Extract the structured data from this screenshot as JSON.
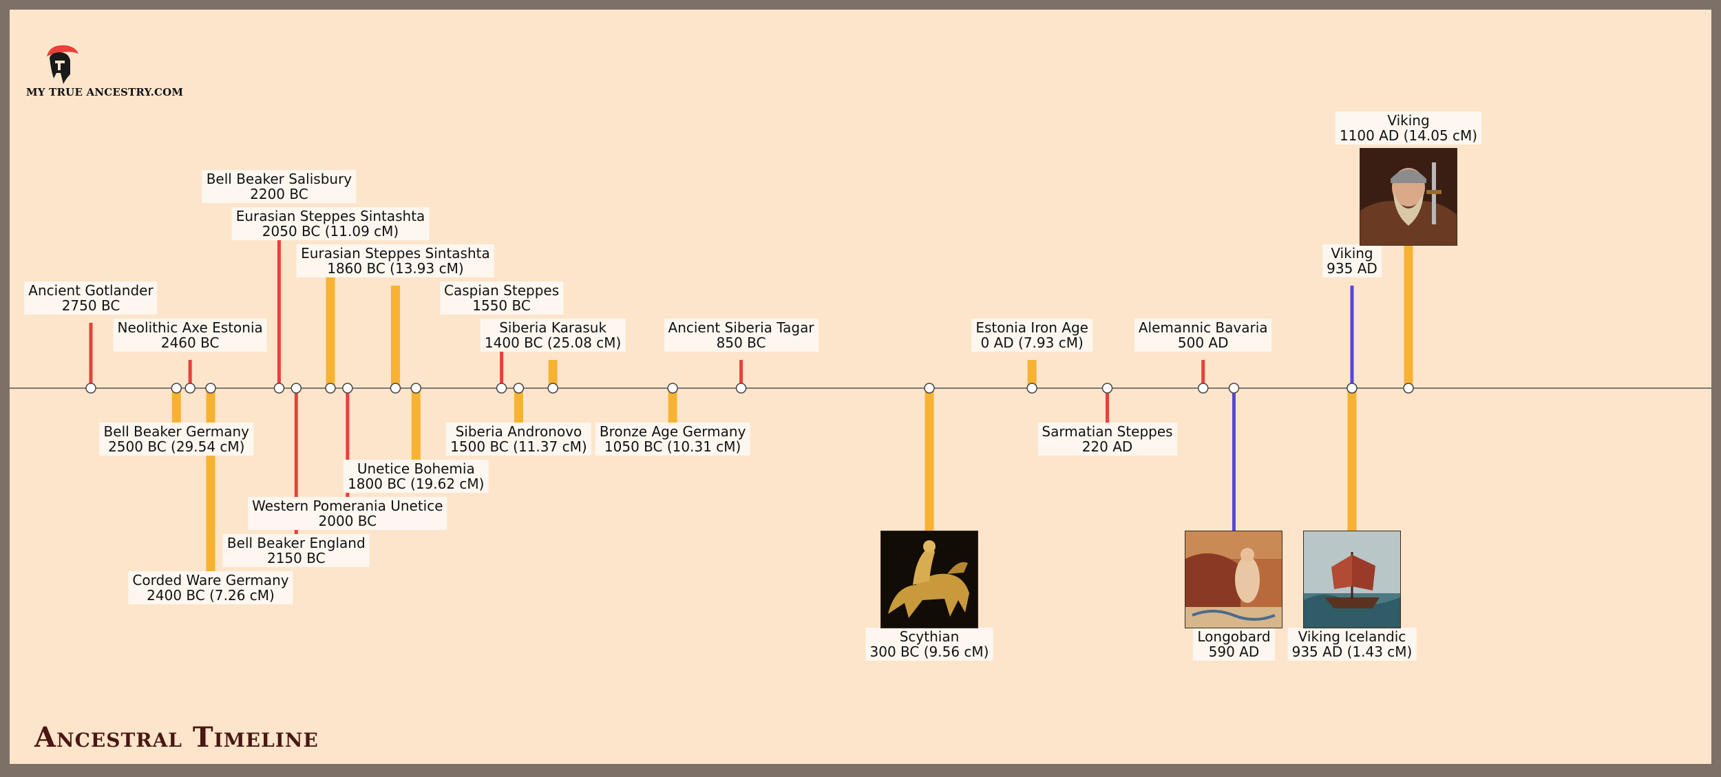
{
  "brand": {
    "name": "MY TRUE ANCESTRY.COM",
    "logo_icon": "spartan-helmet-icon"
  },
  "page_title": "Ancestral Timeline",
  "colors": {
    "frame": "#7d7067",
    "background": "#fde5cb",
    "red": "#e8403a",
    "orange": "#f8b232",
    "blue": "#5547dd",
    "title": "#4a1712"
  },
  "chart_data": {
    "type": "timeline",
    "axis": {
      "min_year": -2800,
      "max_year": 1250,
      "unit": "year (negative = BC)"
    },
    "events": [
      {
        "id": "ancient-gotlander",
        "name": "Ancient Gotlander",
        "date": "2750 BC",
        "year": -2750,
        "color": "red",
        "side": "above",
        "level": 4,
        "display": "2750 BC"
      },
      {
        "id": "bell-beaker-germany",
        "name": "Bell Beaker Germany",
        "date": "2500 BC",
        "year": -2500,
        "color": "orange",
        "side": "below",
        "level": 1,
        "display": "2500 BC (29.54 cM)",
        "cm": 29.54
      },
      {
        "id": "neolithic-axe-estonia",
        "name": "Neolithic Axe Estonia",
        "date": "2460 BC",
        "year": -2460,
        "color": "red",
        "side": "above",
        "level": 5,
        "display": "2460 BC"
      },
      {
        "id": "corded-ware-germany",
        "name": "Corded Ware Germany",
        "date": "2400 BC",
        "year": -2400,
        "color": "orange",
        "side": "below",
        "level": 5,
        "display": "2400 BC (7.26 cM)",
        "cm": 7.26
      },
      {
        "id": "bell-beaker-salisbury",
        "name": "Bell Beaker Salisbury",
        "date": "2200 BC",
        "year": -2200,
        "color": "red",
        "side": "above",
        "level": 1,
        "display": "2200 BC"
      },
      {
        "id": "bell-beaker-england",
        "name": "Bell Beaker England",
        "date": "2150 BC",
        "year": -2150,
        "color": "red",
        "side": "below",
        "level": 4,
        "display": "2150 BC"
      },
      {
        "id": "eurasian-steppes-sintashta-2050",
        "name": "Eurasian Steppes Sintashta",
        "date": "2050 BC",
        "year": -2050,
        "color": "orange",
        "side": "above",
        "level": 2,
        "display": "2050 BC (11.09 cM)",
        "cm": 11.09
      },
      {
        "id": "western-pomerania-unetice",
        "name": "Western Pomerania Unetice",
        "date": "2000 BC",
        "year": -2000,
        "color": "red",
        "side": "below",
        "level": 3,
        "display": "2000 BC"
      },
      {
        "id": "eurasian-steppes-sintashta-1860",
        "name": "Eurasian Steppes Sintashta",
        "date": "1860 BC",
        "year": -1860,
        "color": "orange",
        "side": "above",
        "level": 3,
        "display": "1860 BC (13.93 cM)",
        "cm": 13.93
      },
      {
        "id": "unetice-bohemia",
        "name": "Unetice Bohemia",
        "date": "1800 BC",
        "year": -1800,
        "color": "orange",
        "side": "below",
        "level": 2,
        "display": "1800 BC (19.62 cM)",
        "cm": 19.62
      },
      {
        "id": "caspian-steppes",
        "name": "Caspian Steppes",
        "date": "1550 BC",
        "year": -1550,
        "color": "red",
        "side": "above",
        "level": 4,
        "display": "1550 BC"
      },
      {
        "id": "siberia-andronovo",
        "name": "Siberia Andronovo",
        "date": "1500 BC",
        "year": -1500,
        "color": "orange",
        "side": "below",
        "level": 1,
        "display": "1500 BC (11.37 cM)",
        "cm": 11.37
      },
      {
        "id": "siberia-karasuk",
        "name": "Siberia Karasuk",
        "date": "1400 BC",
        "year": -1400,
        "color": "orange",
        "side": "above",
        "level": 5,
        "display": "1400 BC (25.08 cM)",
        "cm": 25.08
      },
      {
        "id": "bronze-age-germany",
        "name": "Bronze Age Germany",
        "date": "1050 BC",
        "year": -1050,
        "color": "orange",
        "side": "below",
        "level": 1,
        "display": "1050 BC (10.31 cM)",
        "cm": 10.31
      },
      {
        "id": "ancient-siberia-tagar",
        "name": "Ancient Siberia Tagar",
        "date": "850 BC",
        "year": -850,
        "color": "red",
        "side": "above",
        "level": 5,
        "display": "850 BC"
      },
      {
        "id": "scythian",
        "name": "Scythian",
        "date": "300 BC",
        "year": -300,
        "color": "orange",
        "side": "below",
        "level": 7,
        "display": "300 BC (9.56 cM)",
        "cm": 9.56,
        "image": "scythian-horse-rider"
      },
      {
        "id": "estonia-iron-age",
        "name": "Estonia Iron Age",
        "date": "0 AD",
        "year": 0,
        "color": "orange",
        "side": "above",
        "level": 5,
        "display": "0 AD (7.93 cM)",
        "cm": 7.93
      },
      {
        "id": "sarmatian-steppes",
        "name": "Sarmatian Steppes",
        "date": "220 AD",
        "year": 220,
        "color": "red",
        "side": "below",
        "level": 1,
        "display": "220 AD"
      },
      {
        "id": "alemannic-bavaria",
        "name": "Alemannic Bavaria",
        "date": "500 AD",
        "year": 500,
        "color": "red",
        "side": "above",
        "level": 5,
        "display": "500 AD"
      },
      {
        "id": "longobard",
        "name": "Longobard",
        "date": "590 AD",
        "year": 590,
        "color": "blue",
        "side": "below",
        "level": 7,
        "display": "590 AD",
        "image": "longobard-fresco"
      },
      {
        "id": "viking-935",
        "name": "Viking",
        "date": "935 AD",
        "year": 935,
        "color": "blue",
        "side": "above",
        "level": 3,
        "display": "935 AD"
      },
      {
        "id": "viking-icelandic",
        "name": "Viking Icelandic",
        "date": "935 AD",
        "year": 935,
        "color": "orange",
        "side": "below",
        "level": 7,
        "display": "935 AD (1.43 cM)",
        "cm": 1.43,
        "image": "viking-longship"
      },
      {
        "id": "viking-1100",
        "name": "Viking",
        "date": "1100 AD",
        "year": 1100,
        "color": "orange",
        "side": "above",
        "level": 7,
        "display": "1100 AD (14.05 cM)",
        "cm": 14.05,
        "image": "viking-warrior"
      }
    ]
  }
}
